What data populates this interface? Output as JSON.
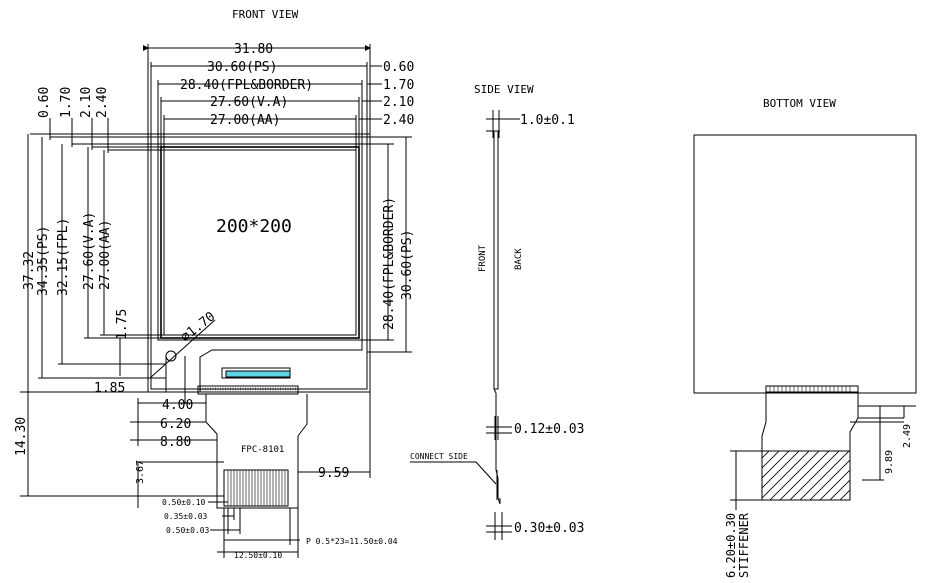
{
  "views": {
    "front": "FRONT VIEW",
    "side": "SIDE VIEW",
    "bottom": "BOTTOM VIEW"
  },
  "front": {
    "top_dims": [
      "31.80",
      "30.60(PS)",
      "28.40(FPL&BORDER)",
      "27.60(V.A)",
      "27.00(AA)"
    ],
    "right_margins": [
      "0.60",
      "1.70",
      "2.10",
      "2.40"
    ],
    "left_margins": [
      "0.60",
      "1.70",
      "2.10",
      "2.40"
    ],
    "left_dims": [
      "37.32",
      "34.35(PS)",
      "32.15(FPL)",
      "27.60(V.A)",
      "27.00(AA)"
    ],
    "right_dims": [
      "28.40(FPL&BORDER)",
      "30.60(PS)"
    ],
    "resolution": "200*200",
    "hole": "∅1.70",
    "small_dims": [
      "1.75",
      "1.85",
      "4.00",
      "6.20",
      "8.80"
    ],
    "height_dim": "14.30",
    "fpc_label": "FPC-8101",
    "fpc_width": "9.59",
    "tail_dim": "3.67",
    "pin_dims": [
      "0.50±0.10",
      "0.35±0.03",
      "0.50±0.03"
    ],
    "pitch": "P 0.5*23=11.50±0.04",
    "connector_width": "12.50±0.10"
  },
  "side": {
    "thickness": "1.0±0.1",
    "front": "FRONT",
    "back": "BACK",
    "fpc_thickness": "0.12±0.03",
    "connect_side": "CONNECT SIDE",
    "tail_thickness": "0.30±0.03"
  },
  "bottom": {
    "dim_a": "9.89",
    "dim_b": "2.49",
    "stiffener_dim": "6.20±0.30",
    "stiffener": "STIFFENER"
  }
}
